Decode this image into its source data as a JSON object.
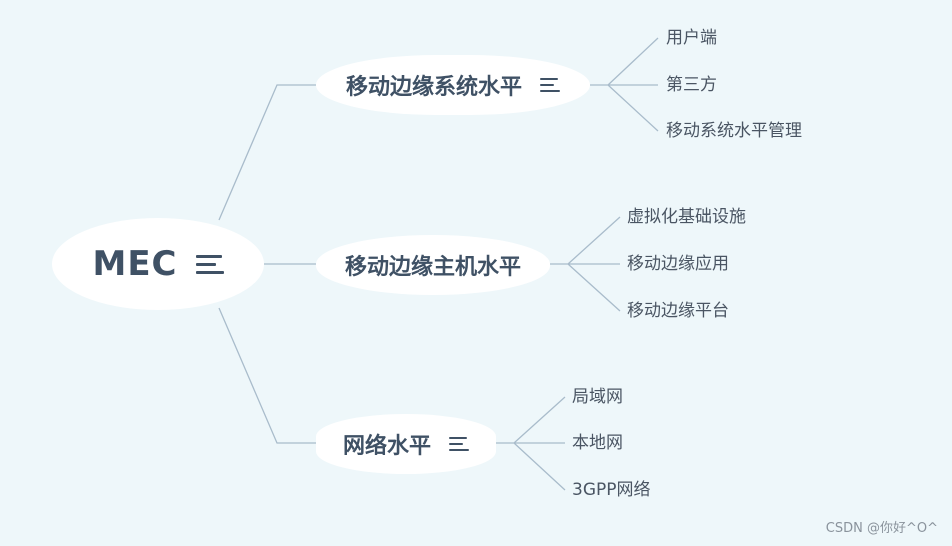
{
  "root": {
    "label": "MEC"
  },
  "branches": [
    {
      "label": "移动边缘系统水平",
      "children": [
        "用户端",
        "第三方",
        "移动系统水平管理"
      ]
    },
    {
      "label": "移动边缘主机水平",
      "children": [
        "虚拟化基础设施",
        "移动边缘应用",
        "移动边缘平台"
      ]
    },
    {
      "label": "网络水平",
      "children": [
        "局域网",
        "本地网",
        "3GPP网络"
      ]
    }
  ],
  "watermark": "CSDN @你好^O^",
  "colors": {
    "background": "#eef7fa",
    "node": "#ffffff",
    "text": "#3f5165",
    "line": "#a9bccb"
  }
}
